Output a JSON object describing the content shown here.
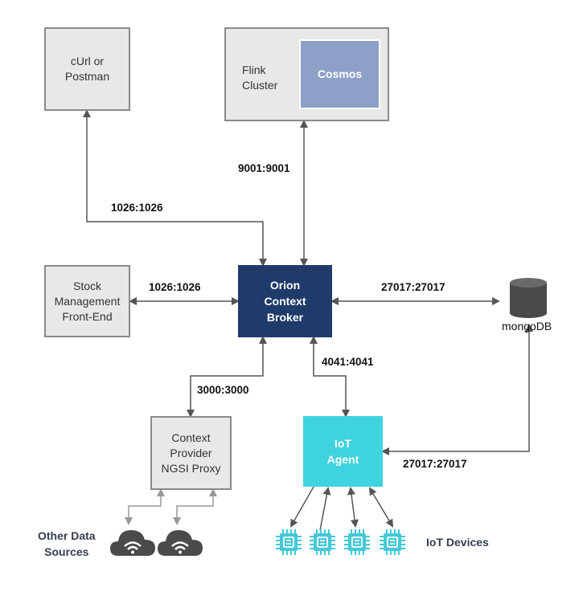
{
  "nodes": {
    "curl": "cUrl or\nPostman",
    "flink": "Flink\nCluster",
    "cosmos": "Cosmos",
    "stock": "Stock\nManagement\nFront-End",
    "orion": "Orion\nContext\nBroker",
    "mongodb": "mongoDB",
    "proxy": "Context\nProvider\nNGSI Proxy",
    "iot_agent": "IoT\nAgent"
  },
  "labels": {
    "curl_port": "1026:1026",
    "flink_port": "9001:9001",
    "stock_port": "1026:1026",
    "mongo_port": "27017:27017",
    "proxy_port": "3000:3000",
    "iot_port": "4041:4041",
    "agent_mongo_port": "27017:27017",
    "other_sources": "Other Data\nSources",
    "iot_devices": "IoT Devices"
  },
  "colors": {
    "orion": "#1f3a6b",
    "cosmos": "#8ca0c8",
    "iot_agent": "#3fd3e0",
    "grey_box": "#e8e8e8",
    "device": "#45c9d6",
    "cloud": "#4a4a4a"
  },
  "icons": {
    "cloud": "cloud-wifi-icon",
    "device": "chip-icon",
    "database": "database-icon"
  }
}
